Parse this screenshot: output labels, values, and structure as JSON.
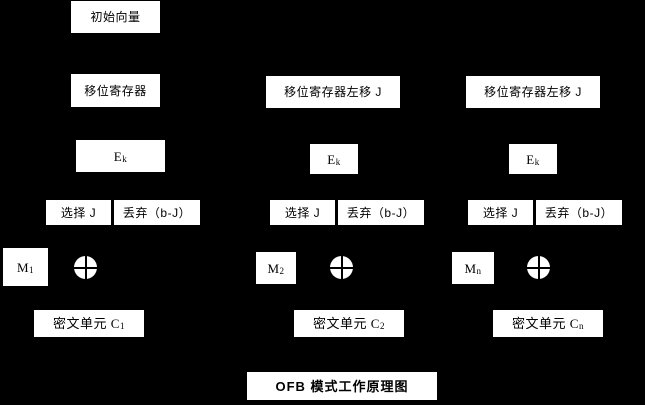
{
  "diagram": {
    "title": "OFB 模式工作原理图",
    "background_color": "#000000",
    "box_color": "#ffffff",
    "text_color": "#000000",
    "initial_vector": "初始向量",
    "columns": [
      {
        "id": "column-1",
        "shift_register": "移位寄存器",
        "cipher_function": "E",
        "cipher_function_sub": "k",
        "select": "选择 J",
        "discard": "丢弃（b-J）",
        "message": "M",
        "message_sub": "1",
        "xor": "xor-operator",
        "ciphertext": "密文单元 C",
        "ciphertext_sub": "1"
      },
      {
        "id": "column-2",
        "shift_register": "移位寄存器左移 J",
        "cipher_function": "E",
        "cipher_function_sub": "k",
        "select": "选择 J",
        "discard": "丢弃（b-J）",
        "message": "M",
        "message_sub": "2",
        "xor": "xor-operator",
        "ciphertext": "密文单元 C",
        "ciphertext_sub": "2"
      },
      {
        "id": "column-3",
        "shift_register": "移位寄存器左移 J",
        "cipher_function": "E",
        "cipher_function_sub": "k",
        "select": "选择 J",
        "discard": "丢弃（b-J）",
        "message": "M",
        "message_sub": "n",
        "xor": "xor-operator",
        "ciphertext": "密文单元 C",
        "ciphertext_sub": "n"
      }
    ]
  }
}
